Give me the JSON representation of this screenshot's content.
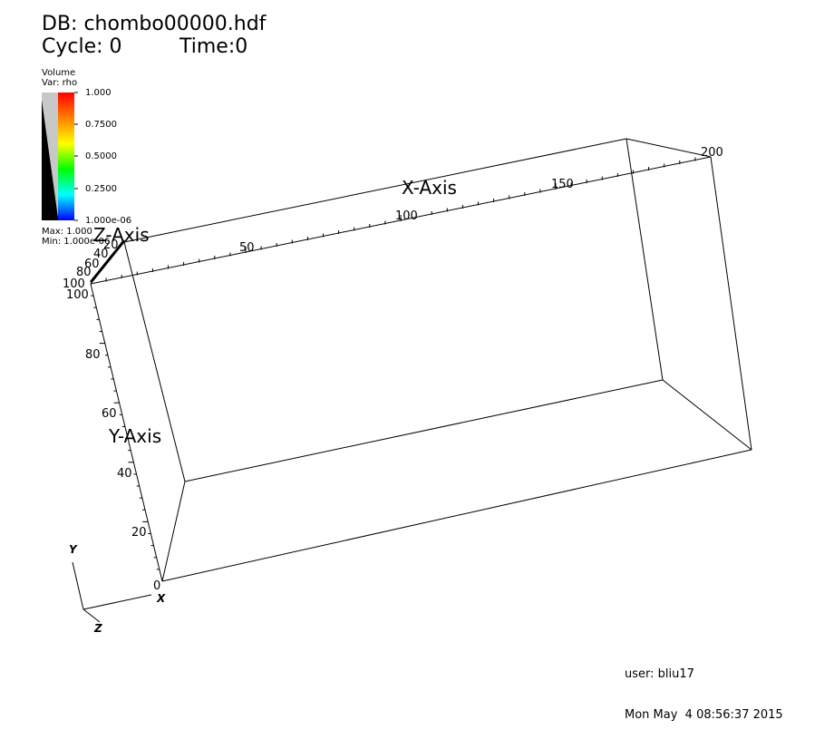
{
  "header": {
    "db_title": "DB: chombo00000.hdf",
    "cycle": "Cycle: 0",
    "time": "Time:0"
  },
  "legend": {
    "title": "Volume",
    "variable": "Var: rho",
    "ticks": [
      "1.000",
      "0.7500",
      "0.5000",
      "0.2500",
      "1.000e-06"
    ],
    "max": "Max:  1.000",
    "min": "Min:  1.000e-06",
    "color_ramp": [
      "#ff0000",
      "#ff8000",
      "#ffff00",
      "#00ff00",
      "#00ffff",
      "#0000ff"
    ]
  },
  "axes": {
    "x_title": "X-Axis",
    "y_title": "Y-Axis",
    "z_title": "Z-Axis",
    "x_ticks": [
      "50",
      "100",
      "150",
      "200"
    ],
    "y_ticks": [
      "0",
      "20",
      "40",
      "60",
      "80",
      "100"
    ],
    "z_ticks": [
      "20",
      "40",
      "60",
      "80",
      "100"
    ]
  },
  "triad": {
    "x": "X",
    "y": "Y",
    "z": "Z"
  },
  "footer": {
    "user": "user: bliu17",
    "date": "Mon May  4 08:56:37 2015"
  }
}
